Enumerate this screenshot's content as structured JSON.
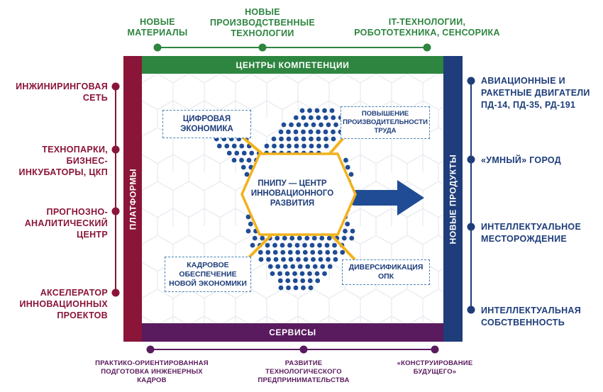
{
  "top": {
    "items": [
      {
        "label": "НОВЫЕ\nМАТЕРИАЛЫ"
      },
      {
        "label": "НОВЫЕ\nПРОИЗВОДСТВЕННЫЕ\nТЕХНОЛОГИИ"
      },
      {
        "label": "IT-ТЕХНОЛОГИИ,\nРОБОТОТЕХНИКА, СЕНСОРИКА"
      }
    ]
  },
  "bars": {
    "top": "ЦЕНТРЫ КОМПЕТЕНЦИИ",
    "bottom": "СЕРВИСЫ",
    "left": "ПЛАТФОРМЫ",
    "right": "НОВЫЕ ПРОДУКТЫ"
  },
  "left": {
    "items": [
      {
        "label": "ИНЖИНИРИНГОВАЯ\nСЕТЬ"
      },
      {
        "label": "ТЕХНОПАРКИ,\nБИЗНЕС-\nИНКУБАТОРЫ, ЦКП"
      },
      {
        "label": "ПРОГНОЗНО-\nАНАЛИТИЧЕСКИЙ\nЦЕНТР"
      },
      {
        "label": "АКСЕЛЕРАТОР\nИННОВАЦИОННЫХ\nПРОЕКТОВ"
      }
    ]
  },
  "right": {
    "items": [
      {
        "label": "АВИАЦИОННЫЕ И\nРАКЕТНЫЕ ДВИГАТЕЛИ\nПД-14, ПД-35, РД-191"
      },
      {
        "label": "«УМНЫЙ» ГОРОД"
      },
      {
        "label": "ИНТЕЛЛЕКТУАЛЬНОЕ\nМЕСТОРОЖДЕНИЕ"
      },
      {
        "label": "ИНТЕЛЛЕКТУАЛЬНАЯ\nСОБСТВЕННОСТЬ"
      }
    ]
  },
  "bottom": {
    "items": [
      {
        "label": "ПРАКТИКО-ОРИЕНТИРОВАННАЯ\nПОДГОТОВКА ИНЖЕНЕРНЫХ КАДРОВ"
      },
      {
        "label": "РАЗВИТИЕ\nТЕХНОЛОГИЧЕСКОГО\nПРЕДПРИНИМАТЕЛЬСТВА"
      },
      {
        "label": "«КОНСТРУИРОВАНИЕ\nБУДУЩЕГО»"
      }
    ]
  },
  "center": {
    "hub": "ПНИПУ — ЦЕНТР\nИННОВАЦИОННОГО\nРАЗВИТИЯ",
    "boxes": {
      "tl": "ЦИФРОВАЯ\nЭКОНОМИКА",
      "tr": "ПОВЫШЕНИЕ\nПРОИЗВОДИТЕЛЬНОСТИ\nТРУДА",
      "bl": "КАДРОВОЕ\nОБЕСПЕЧЕНИЕ\nНОВОЙ ЭКОНОМИКИ",
      "br": "ДИВЕРСИФИКАЦИЯ\nОПК"
    }
  },
  "colors": {
    "green": "#2e8540",
    "red": "#8a1538",
    "blue": "#1e3d7a",
    "purple": "#5a1a5e",
    "dots": "#1f4c94",
    "spoke": "#f2b21c",
    "arrow": "#1f4c94"
  }
}
